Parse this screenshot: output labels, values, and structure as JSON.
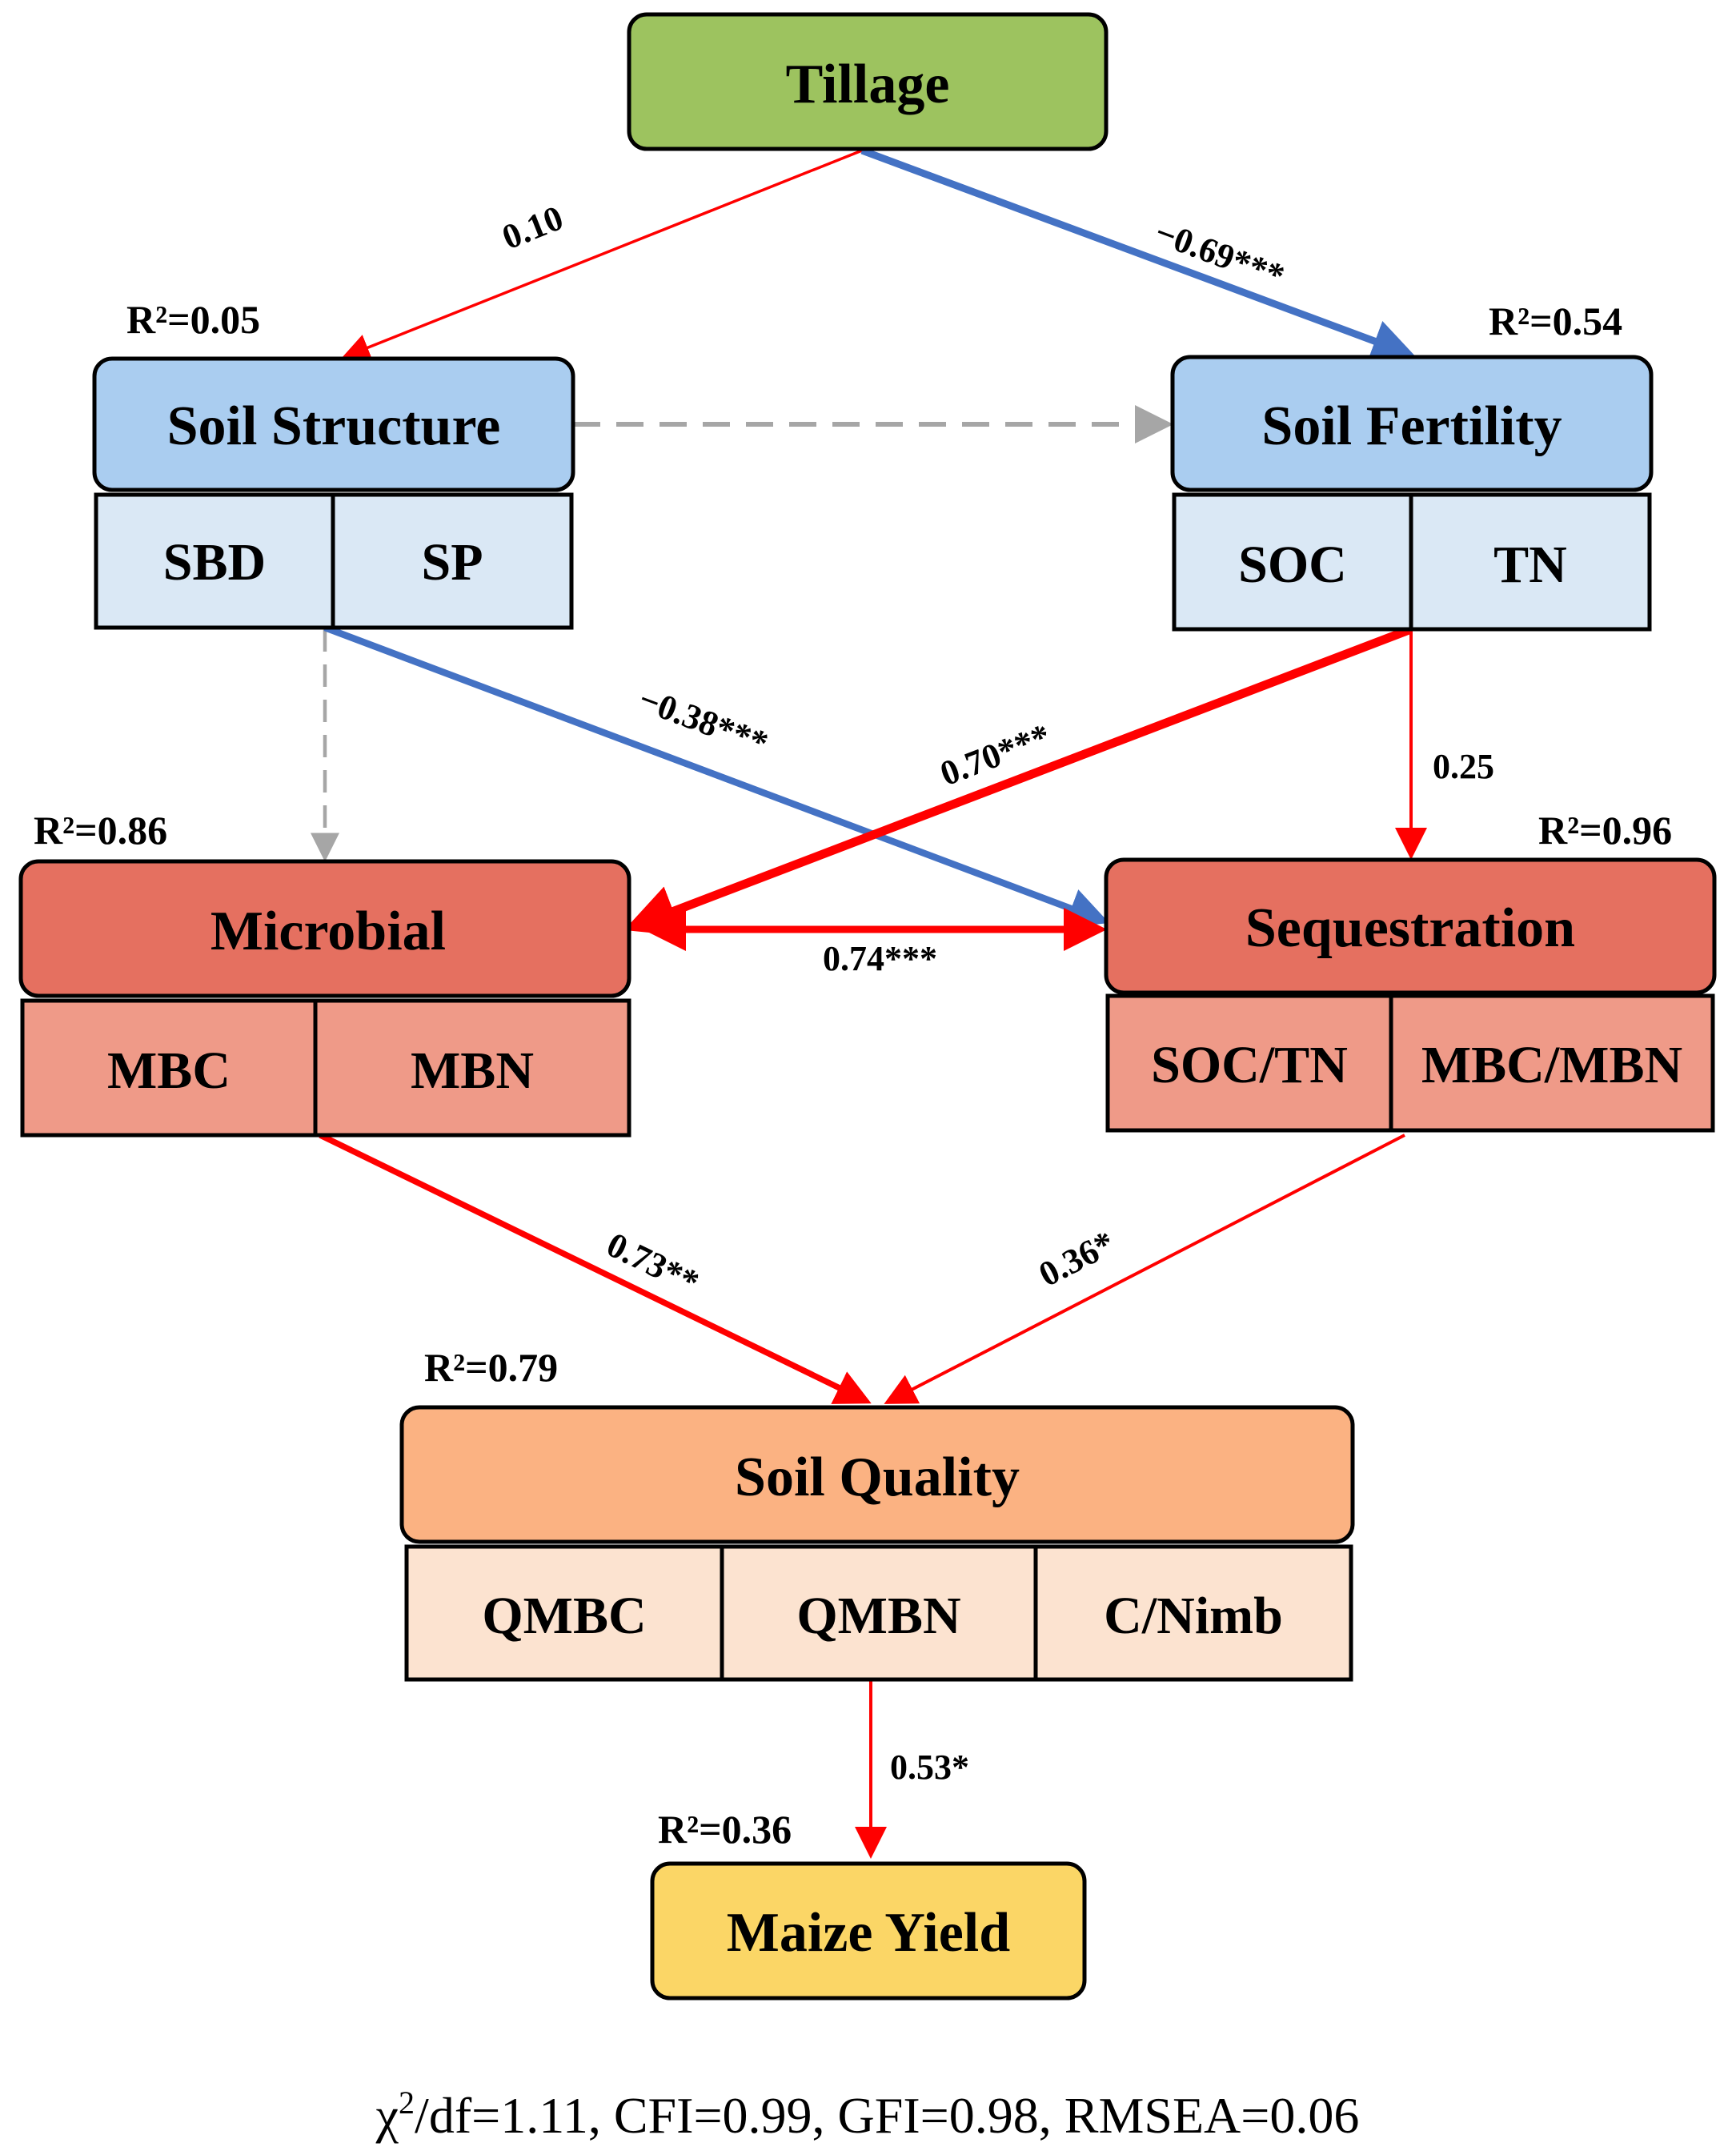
{
  "nodes": {
    "tillage": {
      "title": "Tillage",
      "fill": "#9dc35f"
    },
    "structure": {
      "title": "Soil Structure",
      "fill": "#aacdf0",
      "cells": [
        "SBD",
        "SP"
      ],
      "cell_fill": "#dae8f5",
      "r2": "R²=0.05"
    },
    "fertility": {
      "title": "Soil Fertility",
      "fill": "#aacdf0",
      "cells": [
        "SOC",
        "TN"
      ],
      "cell_fill": "#dae8f5",
      "r2": "R²=0.54"
    },
    "microbial": {
      "title": "Microbial",
      "fill": "#e57060",
      "cells": [
        "MBC",
        "MBN"
      ],
      "cell_fill": "#ef9a88",
      "r2": "R²=0.86"
    },
    "sequestration": {
      "title": "Sequestration",
      "fill": "#e57060",
      "cells": [
        "SOC/TN",
        "MBC/MBN"
      ],
      "cell_fill": "#ef9a88",
      "r2": "R²=0.96"
    },
    "quality": {
      "title": "Soil Quality",
      "fill": "#fbb282",
      "cells": [
        "QMBC",
        "QMBN",
        "C/Nimb"
      ],
      "cell_fill": "#fce3d0",
      "r2": "R²=0.79"
    },
    "yield": {
      "title": "Maize Yield",
      "fill": "#fbd666",
      "r2": "R²=0.36"
    }
  },
  "paths": [
    {
      "from": "tillage",
      "to": "structure",
      "coef": "0.10",
      "sign": "positive"
    },
    {
      "from": "tillage",
      "to": "fertility",
      "coef": "−0.69***",
      "sign": "negative"
    },
    {
      "from": "structure",
      "to": "fertility",
      "coef": "",
      "sign": "non-significant"
    },
    {
      "from": "structure",
      "to": "microbial",
      "coef": "",
      "sign": "non-significant"
    },
    {
      "from": "structure",
      "to": "sequestration",
      "coef": "−0.38***",
      "sign": "negative"
    },
    {
      "from": "fertility",
      "to": "microbial",
      "coef": "0.70***",
      "sign": "positive"
    },
    {
      "from": "fertility",
      "to": "sequestration",
      "coef": "0.25",
      "sign": "positive"
    },
    {
      "from": "microbial",
      "to": "sequestration",
      "coef": "0.74***",
      "sign": "positive"
    },
    {
      "from": "microbial",
      "to": "quality",
      "coef": "0.73**",
      "sign": "positive"
    },
    {
      "from": "sequestration",
      "to": "quality",
      "coef": "0.36*",
      "sign": "positive"
    },
    {
      "from": "quality",
      "to": "yield",
      "coef": "0.53*",
      "sign": "positive"
    }
  ],
  "colors": {
    "positive": "#ff0000",
    "negative": "#4472c4",
    "non_significant": "#a6a6a6"
  },
  "fit_stats": {
    "chi_symbol": "χ",
    "chi_exp": "2",
    "text": "/df=1.11, CFI=0.99, GFI=0.98, RMSEA=0.06"
  }
}
